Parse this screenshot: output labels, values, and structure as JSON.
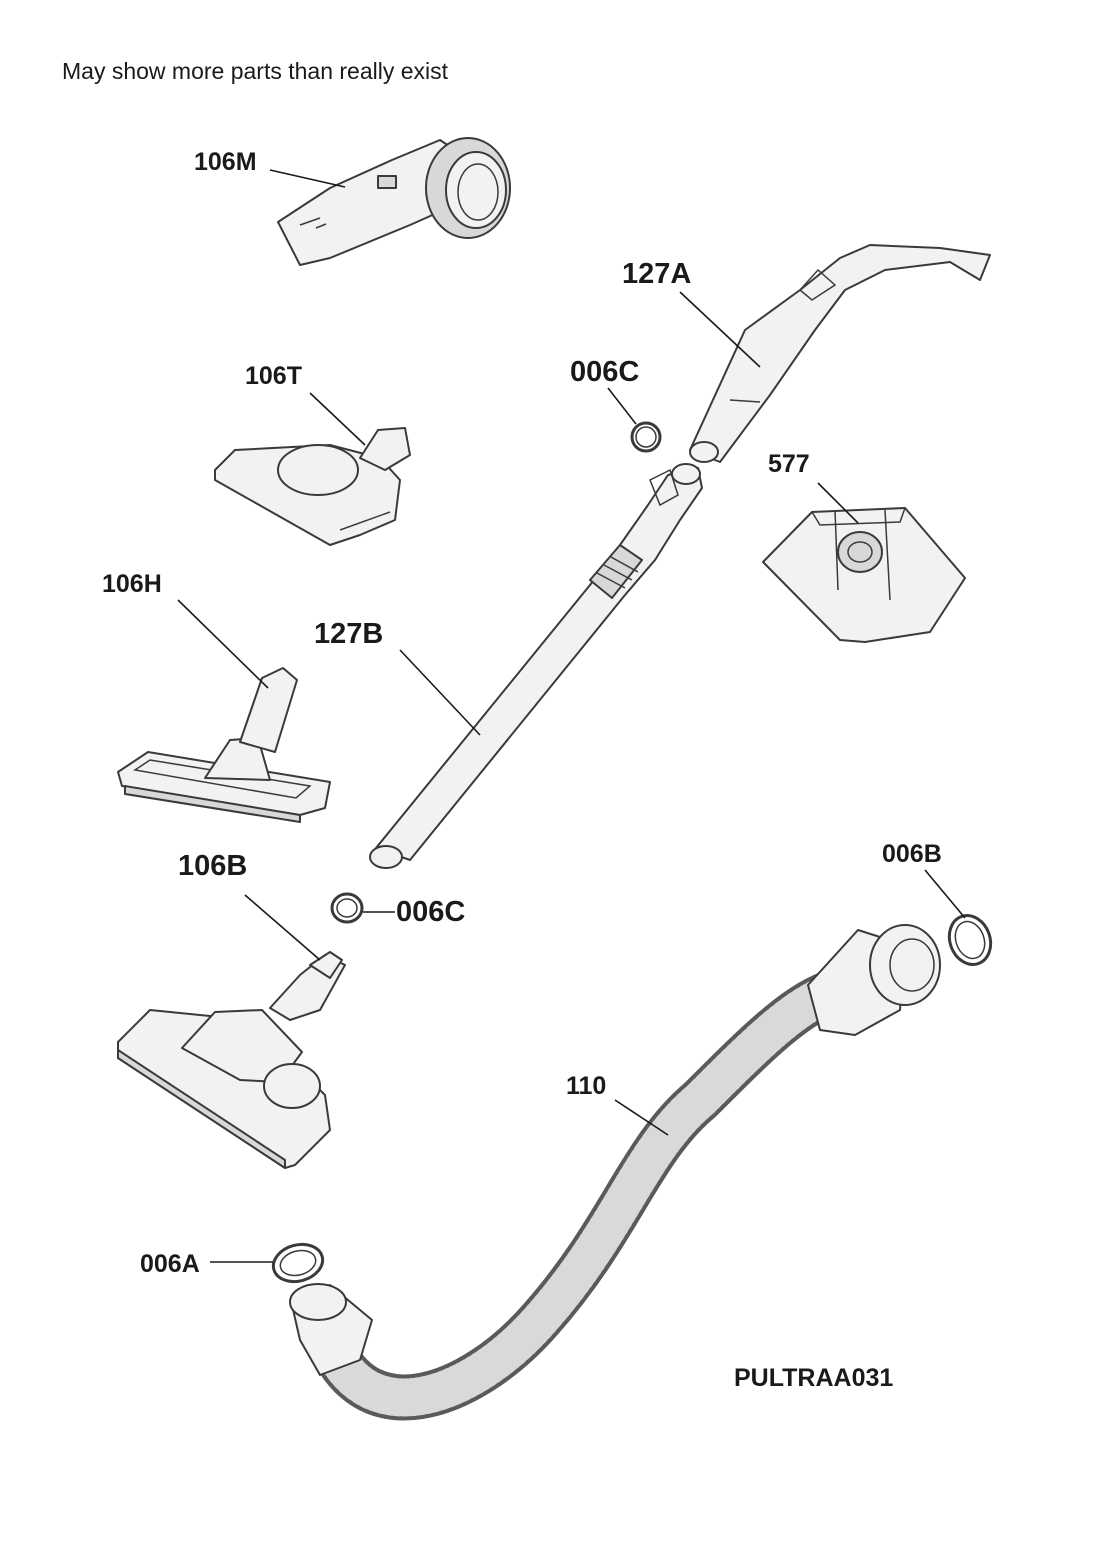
{
  "note": "May show more parts than really exist",
  "diagram_code": "PULTRAA031",
  "parts": {
    "p106M": "106M",
    "p106T": "106T",
    "p106H": "106H",
    "p106B": "106B",
    "p127A": "127A",
    "p127B": "127B",
    "p006C_top": "006C",
    "p006C_bottom": "006C",
    "p577": "577",
    "p006B": "006B",
    "p110": "110",
    "p006A": "006A"
  }
}
